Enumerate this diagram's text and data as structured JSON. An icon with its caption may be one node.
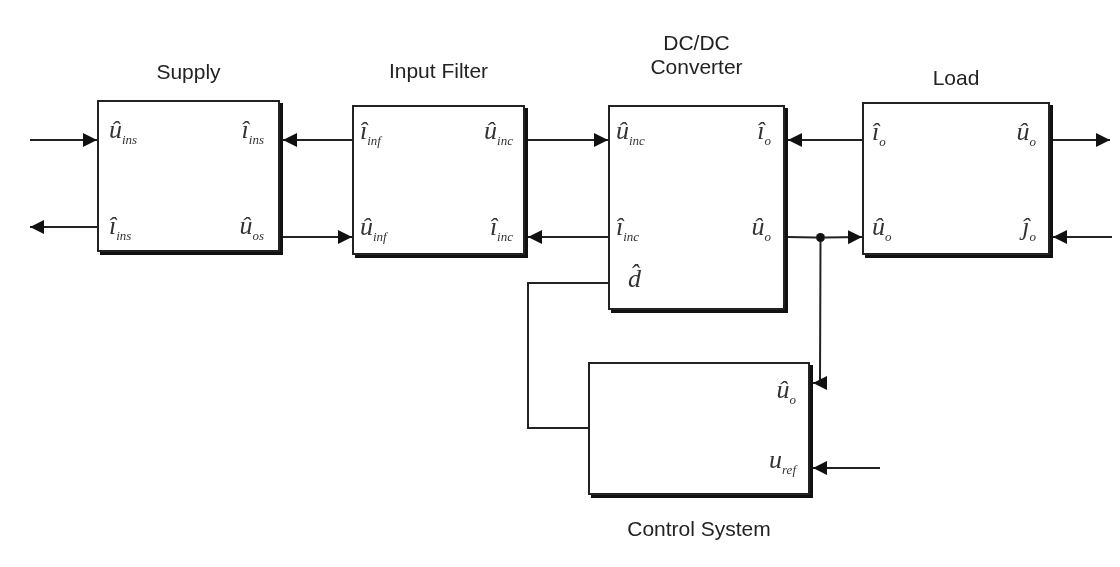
{
  "diagram": {
    "nodes": [
      {
        "text": [
          "Supply",
          "û$_{ins}$",
          "î$_{ins}$",
          "î$_{ins}$",
          "û$_{os}$"
        ]
      },
      {
        "text": [
          "Input Filter",
          "î$_{inf}$",
          "û$_{inc}$",
          "û$_{inf}$",
          "î$_{inc}$"
        ]
      },
      {
        "text": [
          "DC/DC Converter",
          "û$_{inc}$",
          "î$_{o}$",
          "î$_{inc}$",
          "û$_{o}$",
          "d̂"
        ]
      },
      {
        "text": [
          "Load",
          "î$_{o}$",
          "û$_{o}$",
          "û$_{o}$",
          "ĵ$_{o}$"
        ]
      },
      {
        "text": [
          "û$_{o}$",
          "u$_{ref}$",
          "Control System"
        ]
      },
      {
        "text": [],
        "shape": "circle"
      }
    ],
    "edges": [
      {
        "from": null,
        "to": 0,
        "arrow": "to"
      },
      {
        "from": 0,
        "to": null,
        "arrow": "to"
      },
      {
        "from": 1,
        "to": 0,
        "arrow": "to"
      },
      {
        "from": 0,
        "to": 1,
        "arrow": "to"
      },
      {
        "from": 1,
        "to": 2,
        "arrow": "to"
      },
      {
        "from": 2,
        "to": 1,
        "arrow": "to"
      },
      {
        "from": 3,
        "to": 2,
        "arrow": "to"
      },
      {
        "from": 2,
        "to": 5,
        "arrow": "none"
      },
      {
        "from": 5,
        "to": 3,
        "arrow": "to"
      },
      {
        "from": 5,
        "to": 4,
        "arrow": "to"
      },
      {
        "from": 4,
        "to": 2,
        "arrow": "none"
      },
      {
        "from": 3,
        "to": null,
        "arrow": "to"
      },
      {
        "from": null,
        "to": 3,
        "arrow": "to"
      },
      {
        "from": null,
        "to": 4,
        "arrow": "to"
      }
    ]
  }
}
